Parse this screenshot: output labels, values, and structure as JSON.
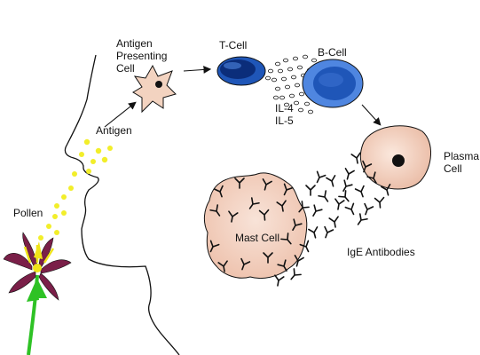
{
  "labels": {
    "apc_line1": "Antigen",
    "apc_line2": "Presenting",
    "apc_line3": "Cell",
    "t_cell": "T-Cell",
    "b_cell": "B-Cell",
    "il4": "IL-4",
    "il5": "IL-5",
    "antigen": "Antigen",
    "pollen": "Pollen",
    "plasma_line1": "Plasma",
    "plasma_line2": "Cell",
    "mast_cell": "Mast Cell",
    "ige": "IgE Antibodies"
  },
  "colors": {
    "outline": "#111111",
    "pollen": "#f2ee2a",
    "cell_blue": "#1f56b8",
    "cell_blue_light": "#4f86e0",
    "nucleus_dark": "#0b2d7a",
    "apc_fill": "#f3d3c0",
    "plasma_fill": "#f6d8c8",
    "mast_fill": "#f3d6c7",
    "flower_petal": "#7a1f48",
    "flower_stem": "#2ec225",
    "flower_yellow": "#f0e419"
  },
  "icons": [
    "arrow-icon",
    "y-antibody-icon",
    "pollen-grain-icon",
    "flower-icon"
  ]
}
